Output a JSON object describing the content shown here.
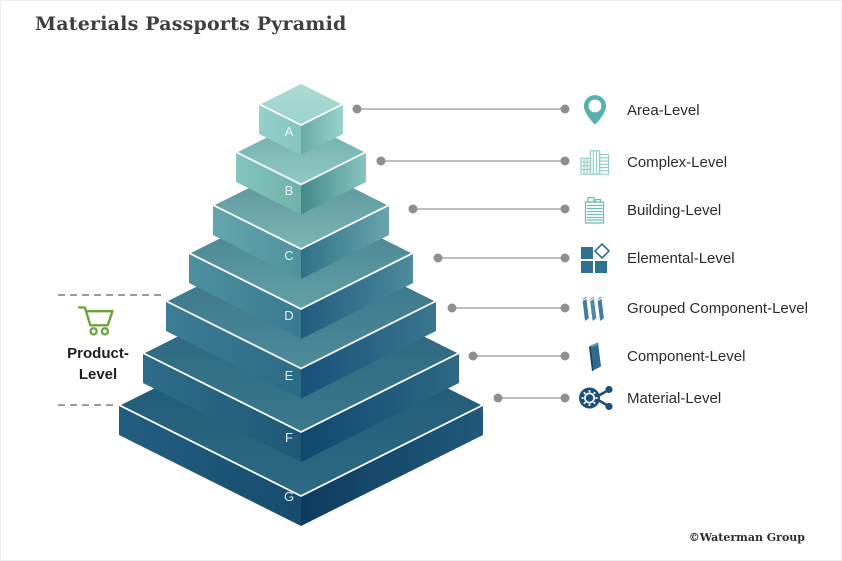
{
  "title": "Materials Passports Pyramid",
  "copyright": "©Waterman Group",
  "levels": [
    {
      "letter": "A",
      "label": "Area-Level",
      "icon": "map-pin-icon"
    },
    {
      "letter": "B",
      "label": "Complex-Level",
      "icon": "complex-buildings-icon"
    },
    {
      "letter": "C",
      "label": "Building-Level",
      "icon": "building-icon"
    },
    {
      "letter": "D",
      "label": "Elemental-Level",
      "icon": "elemental-squares-icon"
    },
    {
      "letter": "E",
      "label": "Grouped Component-Level",
      "icon": "grouped-panels-icon"
    },
    {
      "letter": "F",
      "label": "Component-Level",
      "icon": "component-panel-icon"
    },
    {
      "letter": "G",
      "label": "Material-Level",
      "icon": "material-gear-icon"
    }
  ],
  "product_annotation": {
    "line1": "Product-",
    "line2": "Level",
    "icon": "shopping-cart-icon"
  },
  "colors": {
    "teal_light": "#9dd2cc",
    "teal_mid": "#54b1ab",
    "steel_blue": "#2f7191",
    "navy": "#1d4e79",
    "cart_green": "#6ca53e",
    "leader_line_gray": "#a9a9a9",
    "dot_gray": "#8f8f8f",
    "title_gray": "#3f3f3f"
  }
}
